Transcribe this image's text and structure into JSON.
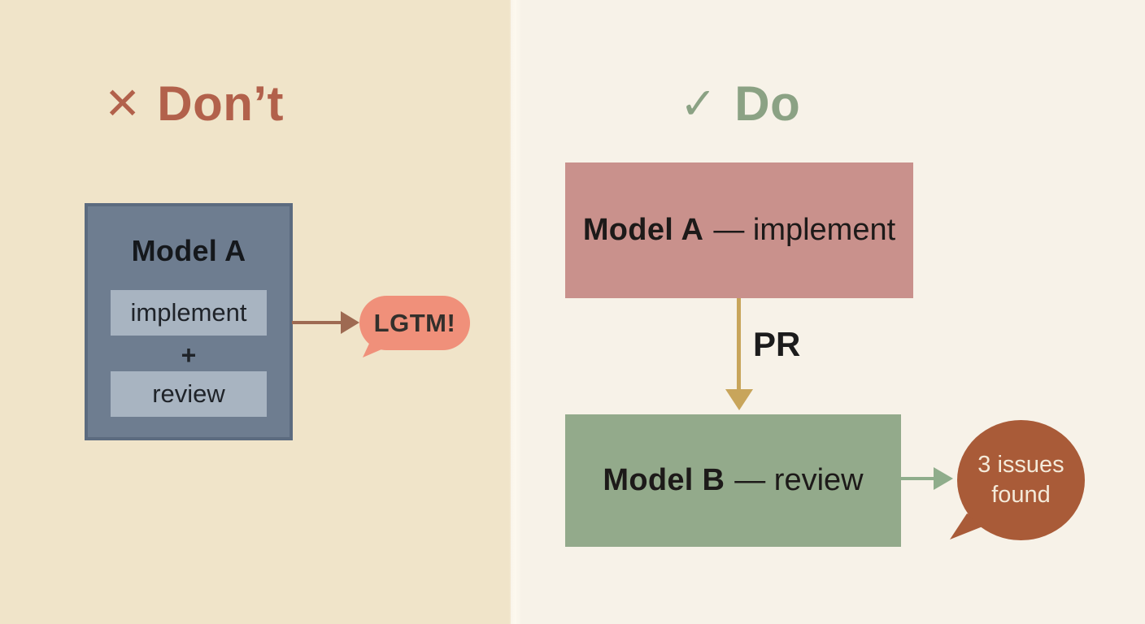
{
  "left_panel": {
    "heading": {
      "icon": "✕",
      "label": "Don’t"
    },
    "model_box": {
      "title": "Model A",
      "step_1": "implement",
      "joiner": "+",
      "step_2": "review"
    },
    "bubble_label": "LGTM!"
  },
  "right_panel": {
    "heading": {
      "icon": "✓",
      "label": "Do"
    },
    "implement_box": {
      "model": "Model A",
      "task": "— implement"
    },
    "pr_label": "PR",
    "review_box": {
      "model": "Model B",
      "task": "— review"
    },
    "bubble": {
      "line_1": "3 issues",
      "line_2": "found"
    }
  },
  "colors": {
    "left_background": "#f0e4c9",
    "right_background": "#f7f2e8",
    "dont_accent": "#b2614b",
    "do_accent": "#8ba284",
    "model_a_box_fill": "#6e7d90",
    "model_a_box_border": "#5c6b7f",
    "step_chip_fill": "#a8b4c1",
    "lgtm_arrow": "#9e6a52",
    "lgtm_bubble_fill": "#f0907a",
    "implement_box_fill": "#c9918c",
    "pr_arrow": "#c8a55b",
    "review_box_fill": "#93aa8b",
    "review_arrow": "#8fad8b",
    "issues_bubble_fill": "#a95b38",
    "issues_bubble_text": "#f4ead9"
  }
}
